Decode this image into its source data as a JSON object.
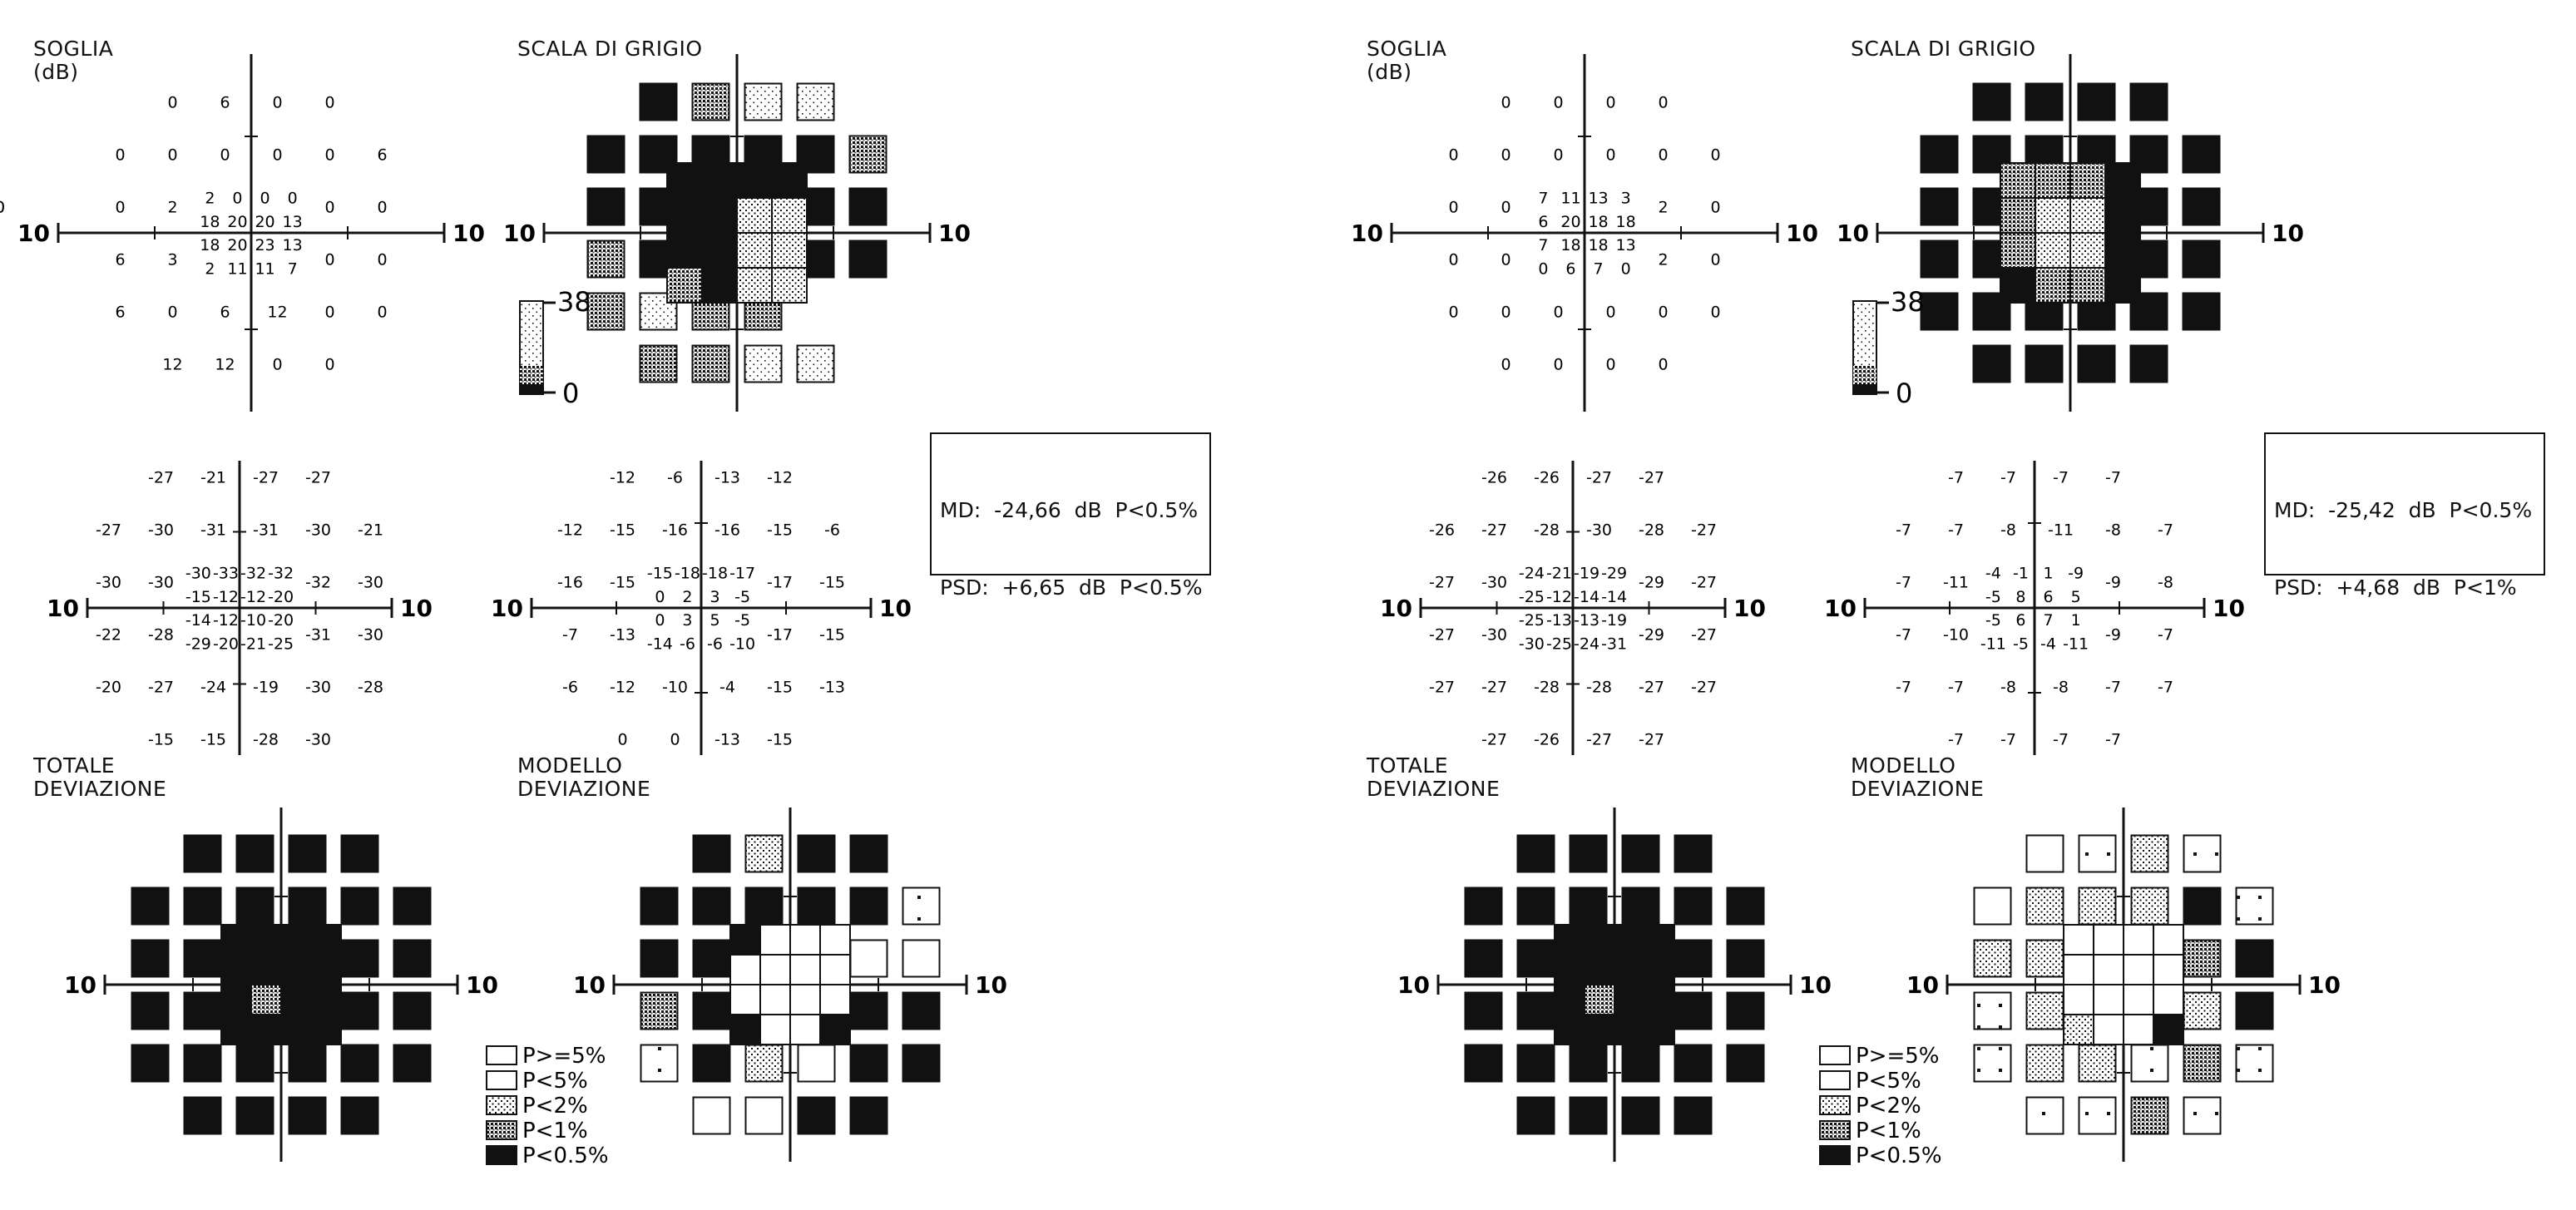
{
  "labels": {
    "soglia": "SOGLIA",
    "soglia_unit": "(dB)",
    "scala": "SCALA DI GRIGIO",
    "totale_1": "TOTALE",
    "totale_2": "DEVIAZIONE",
    "modello_1": "MODELLO",
    "modello_2": "DEVIAZIONE",
    "axis_ten": "10",
    "scale_max": "38",
    "scale_min": "0"
  },
  "legend": {
    "items": [
      {
        "key": "w",
        "label": "P>=5%"
      },
      {
        "key": "a",
        "label": "P<5%"
      },
      {
        "key": "b",
        "label": "P<2%"
      },
      {
        "key": "c",
        "label": "P<1%"
      },
      {
        "key": "d",
        "label": "P<0.5%"
      }
    ]
  },
  "colors": {
    "ink": "#111111",
    "background": "#ffffff"
  },
  "fields": [
    {
      "md": "MD:  -24,66  dB  P<0.5%",
      "psd": "PSD:  +6,65  dB  P<0.5%",
      "threshold": [
        "0 6 0 0",
        "0 0 0 0 0 6",
        "0 2 0 0 0 0",
        "6 3 0 0",
        "6 0 6 12 0 0",
        "12 12 0 0"
      ],
      "threshold_inner": [
        "2 0 0 0",
        "18 20 20 13",
        "18 20 23 13",
        "2 11 11 7"
      ],
      "gray": [
        "d c . .",
        "d d d d d c",
        "d d d d",
        "c d d d",
        "c . c c",
        "c c . ."
      ],
      "gray_inner": [
        "d d d d",
        "d d b b",
        "d d b b",
        "c d b b"
      ],
      "total_dev": [
        "-27 -21 -27 -27",
        "-27 -30 -31 -31 -30 -21",
        "-30 -30 -32 -30",
        "-22 -28 -31 -30",
        "-20 -27 -24 -19 -30 -28",
        "-15 -15 -28 -30"
      ],
      "total_dev_inner": [
        "-30 -33 -32 -32",
        "-15 -12 -12 -20",
        "-14 -12 -10 -20",
        "-29 -20 -21 -25"
      ],
      "pattern_dev": [
        "-12 -6 -13 -12",
        "-12 -15 -16 -16 -15 -6",
        "-16 -15 -17 -15",
        "-7 -13 -17 -15",
        "-6 -12 -10 -4 -15 -13",
        "0 0 -13 -15"
      ],
      "pattern_dev_inner": [
        "-15 -18 -18 -17",
        "0 2 3 -5",
        "0 3 5 -5",
        "-14 -6 -6 -10"
      ],
      "total_prob": [
        "d d d d",
        "d d d d d d",
        "d d d d",
        "d d d d",
        "d d d d d d",
        "d d d d"
      ],
      "total_prob_inner": [
        "d d d d",
        "d d d d",
        "d c d d",
        "d d d d"
      ],
      "pattern_prob": [
        "d b d d",
        "d d d d d a",
        "d d w w",
        "c d d d",
        "a d b w d d",
        "w w d d"
      ],
      "pattern_prob_inner": [
        "d w w w",
        "w w w w",
        "w w w w",
        "d w w d"
      ]
    },
    {
      "md": "MD:  -25,42  dB  P<0.5%",
      "psd": "PSD:  +4,68  dB  P<1%",
      "threshold": [
        "0 0 0 0",
        "0 0 0 0 0 0",
        "0 0 2 0",
        "0 0 2 0",
        "0 0 0 0 0 0",
        "0 0 0 0"
      ],
      "threshold_inner": [
        "7 11 13 3",
        "6 20 18 18",
        "7 18 18 13",
        "0 6 7 0"
      ],
      "gray": [
        "d d d d",
        "d d d d d d",
        "d d d d",
        "d d d d",
        "d d d d d d",
        "d d d d"
      ],
      "gray_inner": [
        "c c c d",
        "c b b d",
        "c b b d",
        "d c c d"
      ],
      "total_dev": [
        "-26 -26 -27 -27",
        "-26 -27 -28 -30 -28 -27",
        "-27 -30 -29 -27",
        "-27 -30 -29 -27",
        "-27 -27 -28 -28 -27 -27",
        "-27 -26 -27 -27"
      ],
      "total_dev_inner": [
        "-24 -21 -19 -29",
        "-25 -12 -14 -14",
        "-25 -13 -13 -19",
        "-30 -25 -24 -31"
      ],
      "pattern_dev": [
        "-7 -7 -7 -7",
        "-7 -7 -8 -11 -8 -7",
        "-7 -11 -9 -8",
        "-7 -10 -9 -7",
        "-7 -7 -8 -8 -7 -7",
        "-7 -7 -7 -7"
      ],
      "pattern_dev_inner": [
        "-4 -1 1 -9",
        "-5 8 6 5",
        "-5 6 7 1",
        "-11 -5 -4 -11"
      ],
      "total_prob": [
        "d d d d",
        "d d d d d d",
        "d d d d",
        "d d d d",
        "d d d d d d",
        "d d d d"
      ],
      "total_prob_inner": [
        "d d d d",
        "d d d d",
        "d c d d",
        "d d d d"
      ],
      "pattern_prob": [
        "w a b a",
        "w b b b d a",
        "b b c d",
        "a b b d",
        "a b b a c a",
        "a a c a"
      ],
      "pattern_prob_inner": [
        "w w w w",
        "w w w w",
        "w w w w",
        "b w w d"
      ]
    }
  ]
}
